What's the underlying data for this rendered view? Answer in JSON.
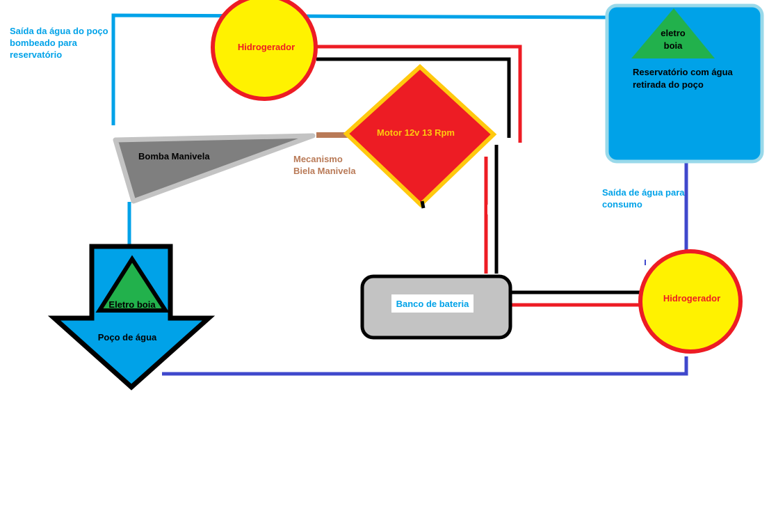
{
  "notes": {
    "well_outlet": [
      "Saída da água do poço",
      "bombeado para",
      "reservatório"
    ],
    "consumption_outlet": [
      "Saída de água para",
      "consumo"
    ],
    "crank_mechanism": [
      "Mecanismo",
      "Biela Manivela"
    ]
  },
  "nodes": {
    "hydrogenerator_top": "Hidrogerador",
    "hydrogenerator_right": "Hidrogerador",
    "motor": "Motor 12v 13 Rpm",
    "crank_pump": "Bomba Manivela",
    "battery_bank": "Banco de bateria",
    "reservoir_float": [
      "eletro",
      "boia"
    ],
    "reservoir": [
      "Reservatório com água",
      "retirada do poço"
    ],
    "well_float": "Eletro boia",
    "well": "Poço de água"
  },
  "colors": {
    "water_light": "#00a2e8",
    "water_dark": "#3f48cc",
    "positive": "#ed1c24",
    "negative": "#000000",
    "generator_fill": "#fff200",
    "motor_fill": "#ed1c24",
    "motor_border": "#ffc90e",
    "float_fill": "#22b14c",
    "battery_fill": "#c3c3c3",
    "crank_rod": "#b97a57",
    "pump_fill": "#7f7f7f",
    "pump_border": "#c3c3c3",
    "reservoir_border": "#99d9ea"
  }
}
